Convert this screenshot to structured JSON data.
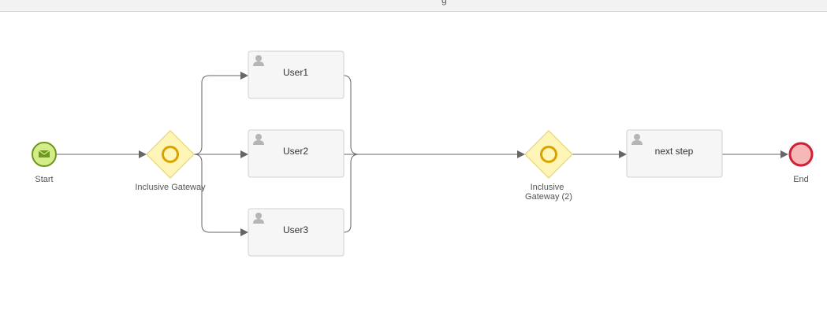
{
  "canvas": {
    "header_text": "g",
    "colors": {
      "edge": "#666666",
      "task_fill": "#f6f6f6",
      "task_stroke": "#d0d0d0",
      "gateway_fill": "#fff5b7",
      "gateway_stroke": "#e2cf6a",
      "gateway_marker": "#d8a300",
      "start_fill": "#d5ec8a",
      "start_stroke": "#6a9a1d",
      "end_fill": "#f7b7b7",
      "end_stroke": "#cc2233"
    }
  },
  "nodes": {
    "start": {
      "label": "Start",
      "icon": "envelope-icon"
    },
    "gateway1": {
      "label": "Inclusive Gateway"
    },
    "user1": {
      "label": "User1",
      "icon": "user-icon"
    },
    "user2": {
      "label": "User2",
      "icon": "user-icon"
    },
    "user3": {
      "label": "User3",
      "icon": "user-icon"
    },
    "gateway2": {
      "label_line1": "Inclusive",
      "label_line2": "Gateway (2)"
    },
    "next_step": {
      "label": "next step",
      "icon": "user-icon"
    },
    "end": {
      "label": "End"
    }
  }
}
